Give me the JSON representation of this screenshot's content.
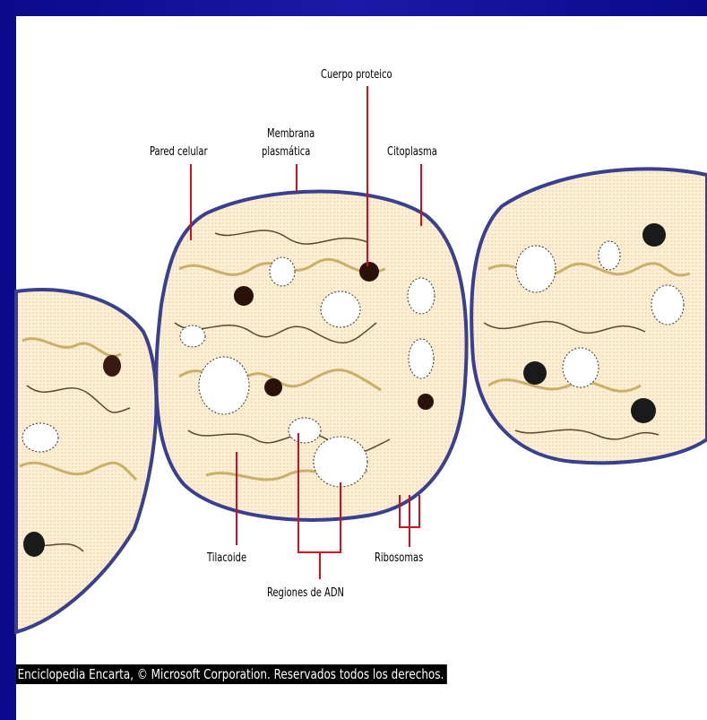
{
  "labels": {
    "cuerpo_proteico": "Cuerpo proteico",
    "membrana_line1": "Membrana",
    "membrana_line2": "plasmática",
    "pared_celular": "Pared celular",
    "citoplasma": "Citoplasma",
    "tilacoide": "Tilacoide",
    "ribosomas": "Ribosomas",
    "regiones_adn": "Regiones de ADN"
  },
  "caption": "Enciclopedia Encarta, © Microsoft Corporation. Reservados todos los derechos.",
  "colors": {
    "frame": "#1414a0",
    "cytoplasm": "#fbf0d8",
    "membrane": "#3b3f8f",
    "leader": "#d01020",
    "thylakoid": "#e8d49a"
  }
}
